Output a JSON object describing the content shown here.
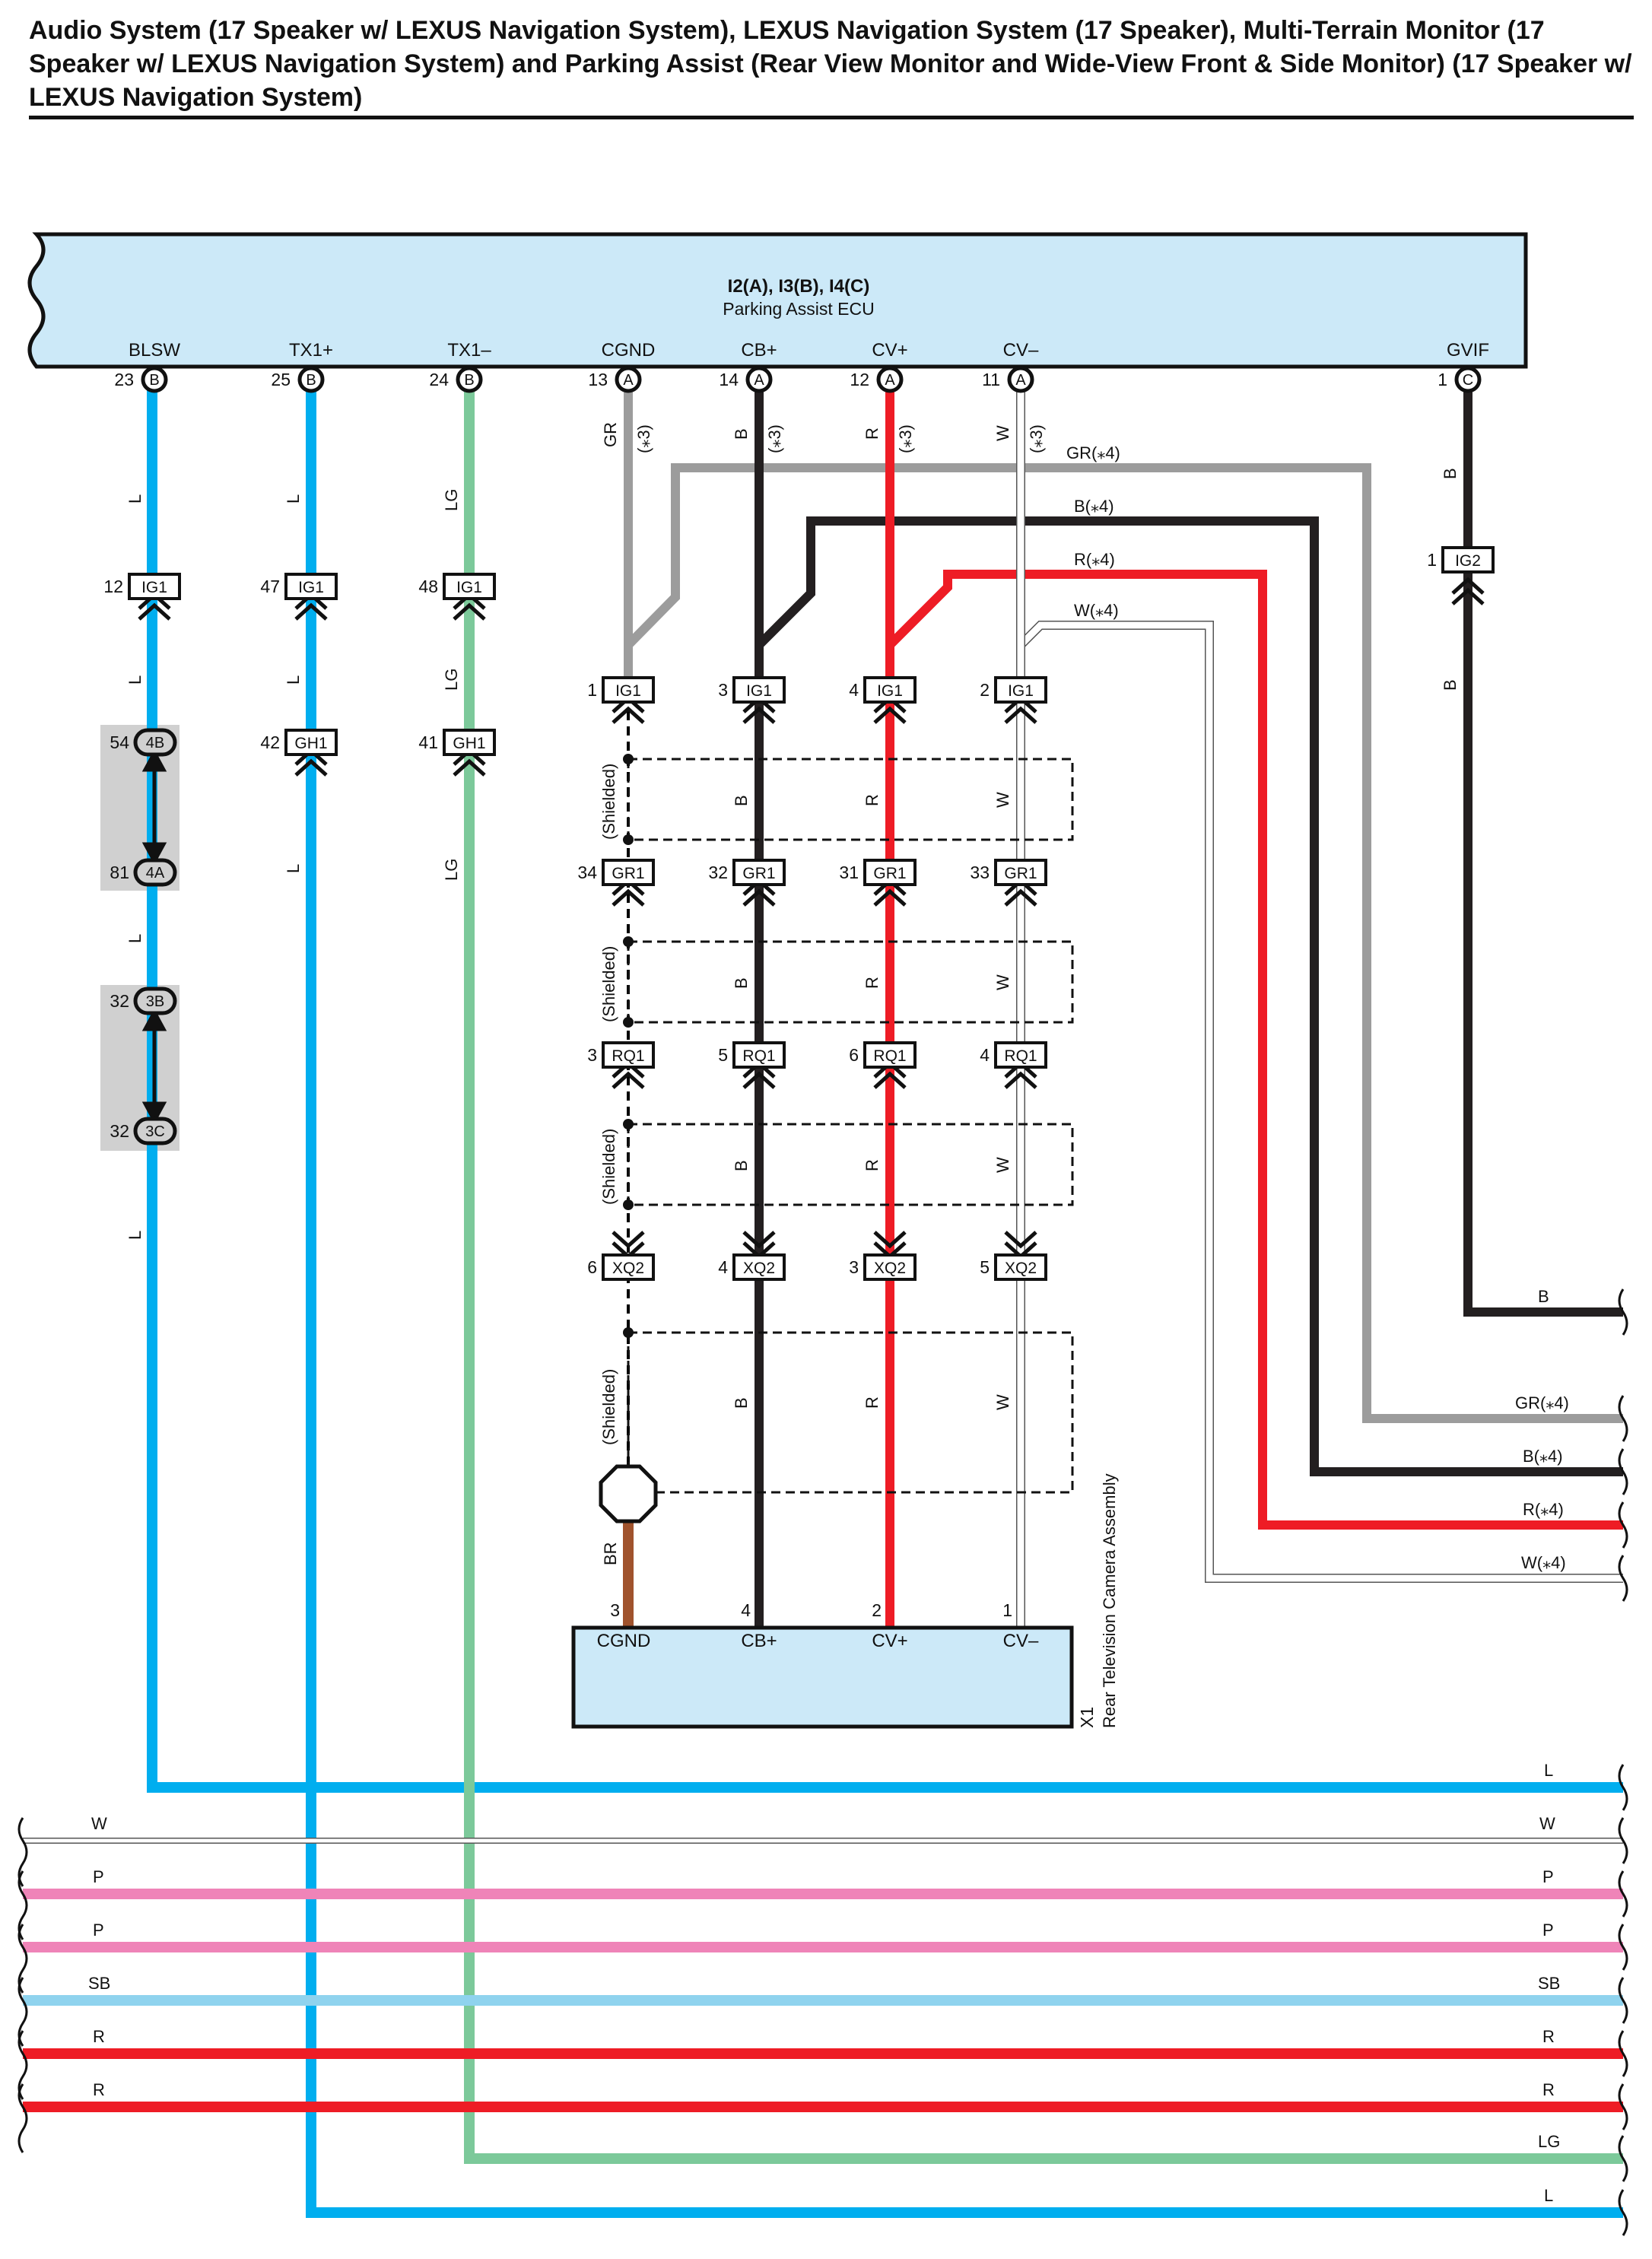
{
  "page_title": "Audio System (17 Speaker w/ LEXUS Navigation System), LEXUS Navigation System (17 Speaker), Multi-Terrain Monitor (17 Speaker w/ LEXUS Navigation System) and Parking Assist (Rear View Monitor and Wide-View Front & Side Monitor) (17 Speaker w/ LEXUS Navigation System)",
  "colors": {
    "L": "#00aeef",
    "LG": "#7cc99a",
    "GR": "#9c9c9c",
    "B": "#231f20",
    "R": "#ee1c25",
    "W": "#ffffff",
    "P": "#ef84b8",
    "SB": "#8fd3ee",
    "BR": "#a0532d",
    "component_fill": "#cce9f8",
    "splice_fill": "#d0d0d0"
  },
  "ecu": {
    "codes": "I2(A), I3(B), I4(C)",
    "name": "Parking Assist ECU",
    "pins": [
      {
        "label": "BLSW",
        "num": "23",
        "conn": "B"
      },
      {
        "label": "TX1+",
        "num": "25",
        "conn": "B"
      },
      {
        "label": "TX1–",
        "num": "24",
        "conn": "B"
      },
      {
        "label": "CGND",
        "num": "13",
        "conn": "A"
      },
      {
        "label": "CB+",
        "num": "14",
        "conn": "A"
      },
      {
        "label": "CV+",
        "num": "12",
        "conn": "A"
      },
      {
        "label": "CV–",
        "num": "11",
        "conn": "A"
      },
      {
        "label": "GVIF",
        "num": "1",
        "conn": "C"
      }
    ]
  },
  "camera": {
    "code": "X1",
    "name": "Rear Television Camera Assembly",
    "pins": [
      {
        "label": "CGND",
        "num": "3"
      },
      {
        "label": "CB+",
        "num": "4"
      },
      {
        "label": "CV+",
        "num": "2"
      },
      {
        "label": "CV–",
        "num": "1"
      }
    ]
  },
  "wire_labels": {
    "L": "L",
    "LG": "LG",
    "GR": "GR",
    "B": "B",
    "R": "R",
    "W": "W",
    "BR": "BR",
    "note3": "(*3)",
    "GR4": "GR(*4)",
    "B4": "B(*4)",
    "R4": "R(*4)",
    "W4": "W(*4)",
    "shielded": "(Shielded)"
  },
  "connectors": {
    "ig1_12": {
      "num": "12",
      "name": "IG1"
    },
    "ig1_47": {
      "num": "47",
      "name": "IG1"
    },
    "ig1_48": {
      "num": "48",
      "name": "IG1"
    },
    "ig2_1": {
      "num": "1",
      "name": "IG2"
    },
    "ig1_1": {
      "num": "1",
      "name": "IG1"
    },
    "ig1_3": {
      "num": "3",
      "name": "IG1"
    },
    "ig1_4": {
      "num": "4",
      "name": "IG1"
    },
    "ig1_2": {
      "num": "2",
      "name": "IG1"
    },
    "gh1_42": {
      "num": "42",
      "name": "GH1"
    },
    "gh1_41": {
      "num": "41",
      "name": "GH1"
    },
    "gr1_34": {
      "num": "34",
      "name": "GR1"
    },
    "gr1_32": {
      "num": "32",
      "name": "GR1"
    },
    "gr1_31": {
      "num": "31",
      "name": "GR1"
    },
    "gr1_33": {
      "num": "33",
      "name": "GR1"
    },
    "rq1_3": {
      "num": "3",
      "name": "RQ1"
    },
    "rq1_5": {
      "num": "5",
      "name": "RQ1"
    },
    "rq1_6": {
      "num": "6",
      "name": "RQ1"
    },
    "rq1_4": {
      "num": "4",
      "name": "RQ1"
    },
    "xq2_6": {
      "num": "6",
      "name": "XQ2"
    },
    "xq2_4": {
      "num": "4",
      "name": "XQ2"
    },
    "xq2_3": {
      "num": "3",
      "name": "XQ2"
    },
    "xq2_5": {
      "num": "5",
      "name": "XQ2"
    }
  },
  "junctions": {
    "j4b": {
      "num": "54",
      "name": "4B"
    },
    "j4a": {
      "num": "81",
      "name": "4A"
    },
    "j3b": {
      "num": "32",
      "name": "3B"
    },
    "j3c": {
      "num": "32",
      "name": "3C"
    }
  },
  "bottom_bus_left": [
    "W",
    "P",
    "P",
    "SB",
    "R",
    "R"
  ],
  "bottom_bus_right": [
    "L",
    "W",
    "P",
    "P",
    "SB",
    "R",
    "R",
    "LG",
    "L"
  ]
}
